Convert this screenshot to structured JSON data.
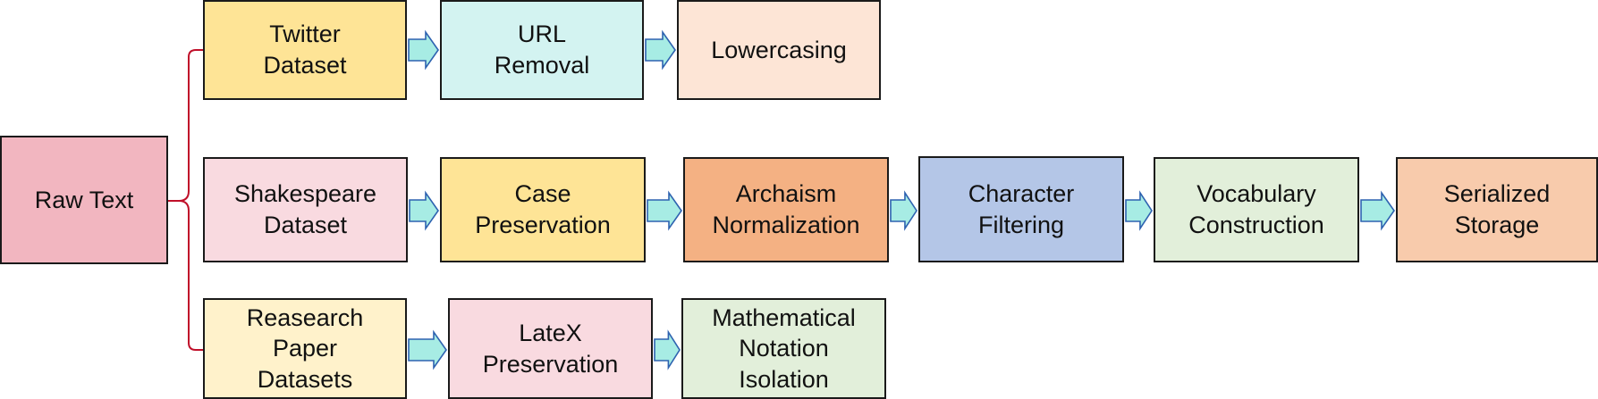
{
  "colors": {
    "pink": "#f2b6c0",
    "light_pink": "#f9dae0",
    "yellow": "#fee496",
    "light_yellow": "#fff2cb",
    "cyan": "#d3f3f1",
    "peach": "#fde5d6",
    "orange": "#f4b183",
    "blue": "#b4c6e7",
    "green": "#e2efda",
    "light_orange": "#f8cbac",
    "arrow_fill": "#a7ece4",
    "arrow_stroke": "#2e62b0",
    "bracket": "#c0102a"
  },
  "source": {
    "label": "Raw Text",
    "color": "pink"
  },
  "pipelines": [
    {
      "dataset": {
        "label": "Twitter\nDataset",
        "color": "yellow"
      },
      "steps": [
        {
          "label": "URL\nRemoval",
          "color": "cyan"
        },
        {
          "label": "Lowercasing",
          "color": "peach"
        }
      ]
    },
    {
      "dataset": {
        "label": "Shakespeare\nDataset",
        "color": "light_pink"
      },
      "steps": [
        {
          "label": "Case\nPreservation",
          "color": "yellow"
        },
        {
          "label": "Archaism\nNormalization",
          "color": "orange"
        },
        {
          "label": "Character\nFiltering",
          "color": "blue"
        },
        {
          "label": "Vocabulary\nConstruction",
          "color": "green"
        },
        {
          "label": "Serialized\nStorage",
          "color": "light_orange"
        }
      ]
    },
    {
      "dataset": {
        "label": "Reasearch\nPaper\nDatasets",
        "color": "light_yellow"
      },
      "steps": [
        {
          "label": "LateX\nPreservation",
          "color": "light_pink"
        },
        {
          "label": "Mathematical\nNotation\nIsolation",
          "color": "green"
        }
      ]
    }
  ]
}
